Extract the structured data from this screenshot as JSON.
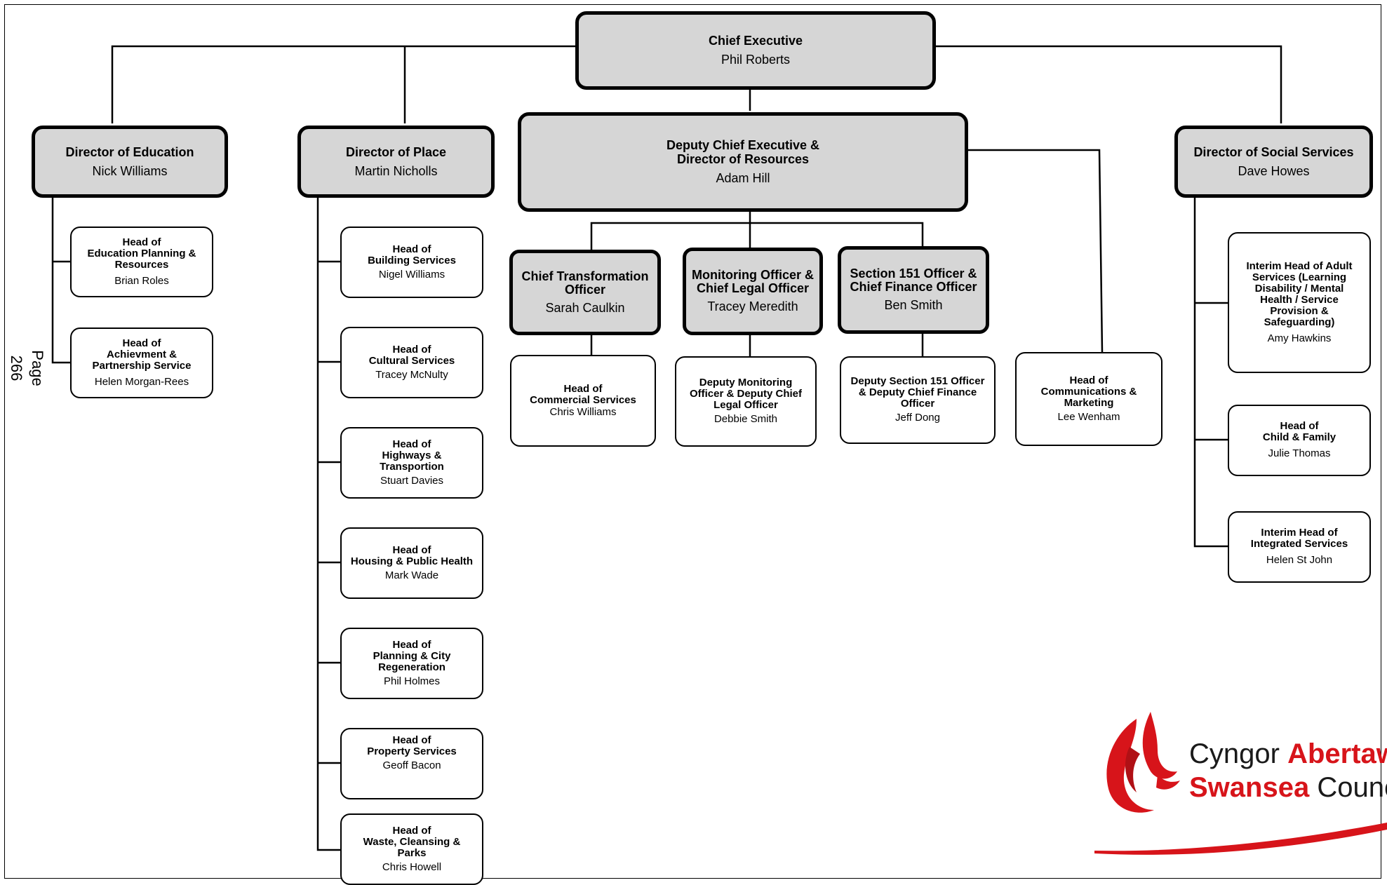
{
  "page_number": "Page 266",
  "chief": {
    "title": "Chief Executive",
    "name": "Phil Roberts"
  },
  "deputy": {
    "title": "Deputy Chief Executive &\nDirector of Resources",
    "name": "Adam Hill"
  },
  "education": {
    "title": "Director of Education",
    "name": "Nick Williams",
    "heads": [
      {
        "title": "Head of\nEducation Planning &\nResources",
        "name": "Brian Roles"
      },
      {
        "title": "Head of\nAchievment &\nPartnership Service",
        "name": "Helen Morgan-Rees"
      }
    ]
  },
  "place": {
    "title": "Director of Place",
    "name": "Martin Nicholls",
    "heads": [
      {
        "title": "Head of\nBuilding Services",
        "name": "Nigel Williams"
      },
      {
        "title": "Head of\nCultural Services",
        "name": "Tracey McNulty"
      },
      {
        "title": "Head of\nHighways &\nTransportion",
        "name": "Stuart Davies"
      },
      {
        "title": "Head of\nHousing & Public Health",
        "name": "Mark Wade"
      },
      {
        "title": "Head of\nPlanning & City\nRegeneration",
        "name": "Phil Holmes"
      },
      {
        "title": "Head of\nProperty Services",
        "name": "Geoff Bacon"
      },
      {
        "title": "Head of\nWaste, Cleansing &\nParks",
        "name": "Chris Howell"
      }
    ]
  },
  "resources": [
    {
      "title": "Chief Transformation\nOfficer",
      "name": "Sarah Caulkin",
      "head": {
        "title": "Head of\nCommercial Services",
        "name": "Chris Williams"
      }
    },
    {
      "title": "Monitoring Officer &\nChief Legal Officer",
      "name": "Tracey Meredith",
      "head": {
        "title": "Deputy Monitoring\nOfficer & Deputy Chief\nLegal Officer",
        "name": "Debbie Smith"
      }
    },
    {
      "title": "Section 151 Officer &\nChief Finance Officer",
      "name": "Ben Smith",
      "head": {
        "title": "Deputy Section 151 Officer\n& Deputy Chief Finance\nOfficer",
        "name": "Jeff Dong"
      }
    }
  ],
  "communications": {
    "title": "Head of\nCommunications &\nMarketing",
    "name": "Lee Wenham"
  },
  "social": {
    "title": "Director of Social Services",
    "name": "Dave Howes",
    "heads": [
      {
        "title": "Interim Head of Adult\nServices (Learning\nDisability / Mental\nHealth / Service\nProvision &\nSafeguarding)",
        "name": "Amy Hawkins"
      },
      {
        "title": "Head of\nChild & Family",
        "name": "Julie Thomas"
      },
      {
        "title": "Interim Head of\nIntegrated Services",
        "name": "Helen St John"
      }
    ]
  },
  "logo": {
    "line1_a": "Cyngor ",
    "line1_b": "Abertawe",
    "line2_a": "Swansea",
    "line2_b": " Council",
    "colors": {
      "red": "#d7141a",
      "text": "#1a1a1a"
    }
  }
}
